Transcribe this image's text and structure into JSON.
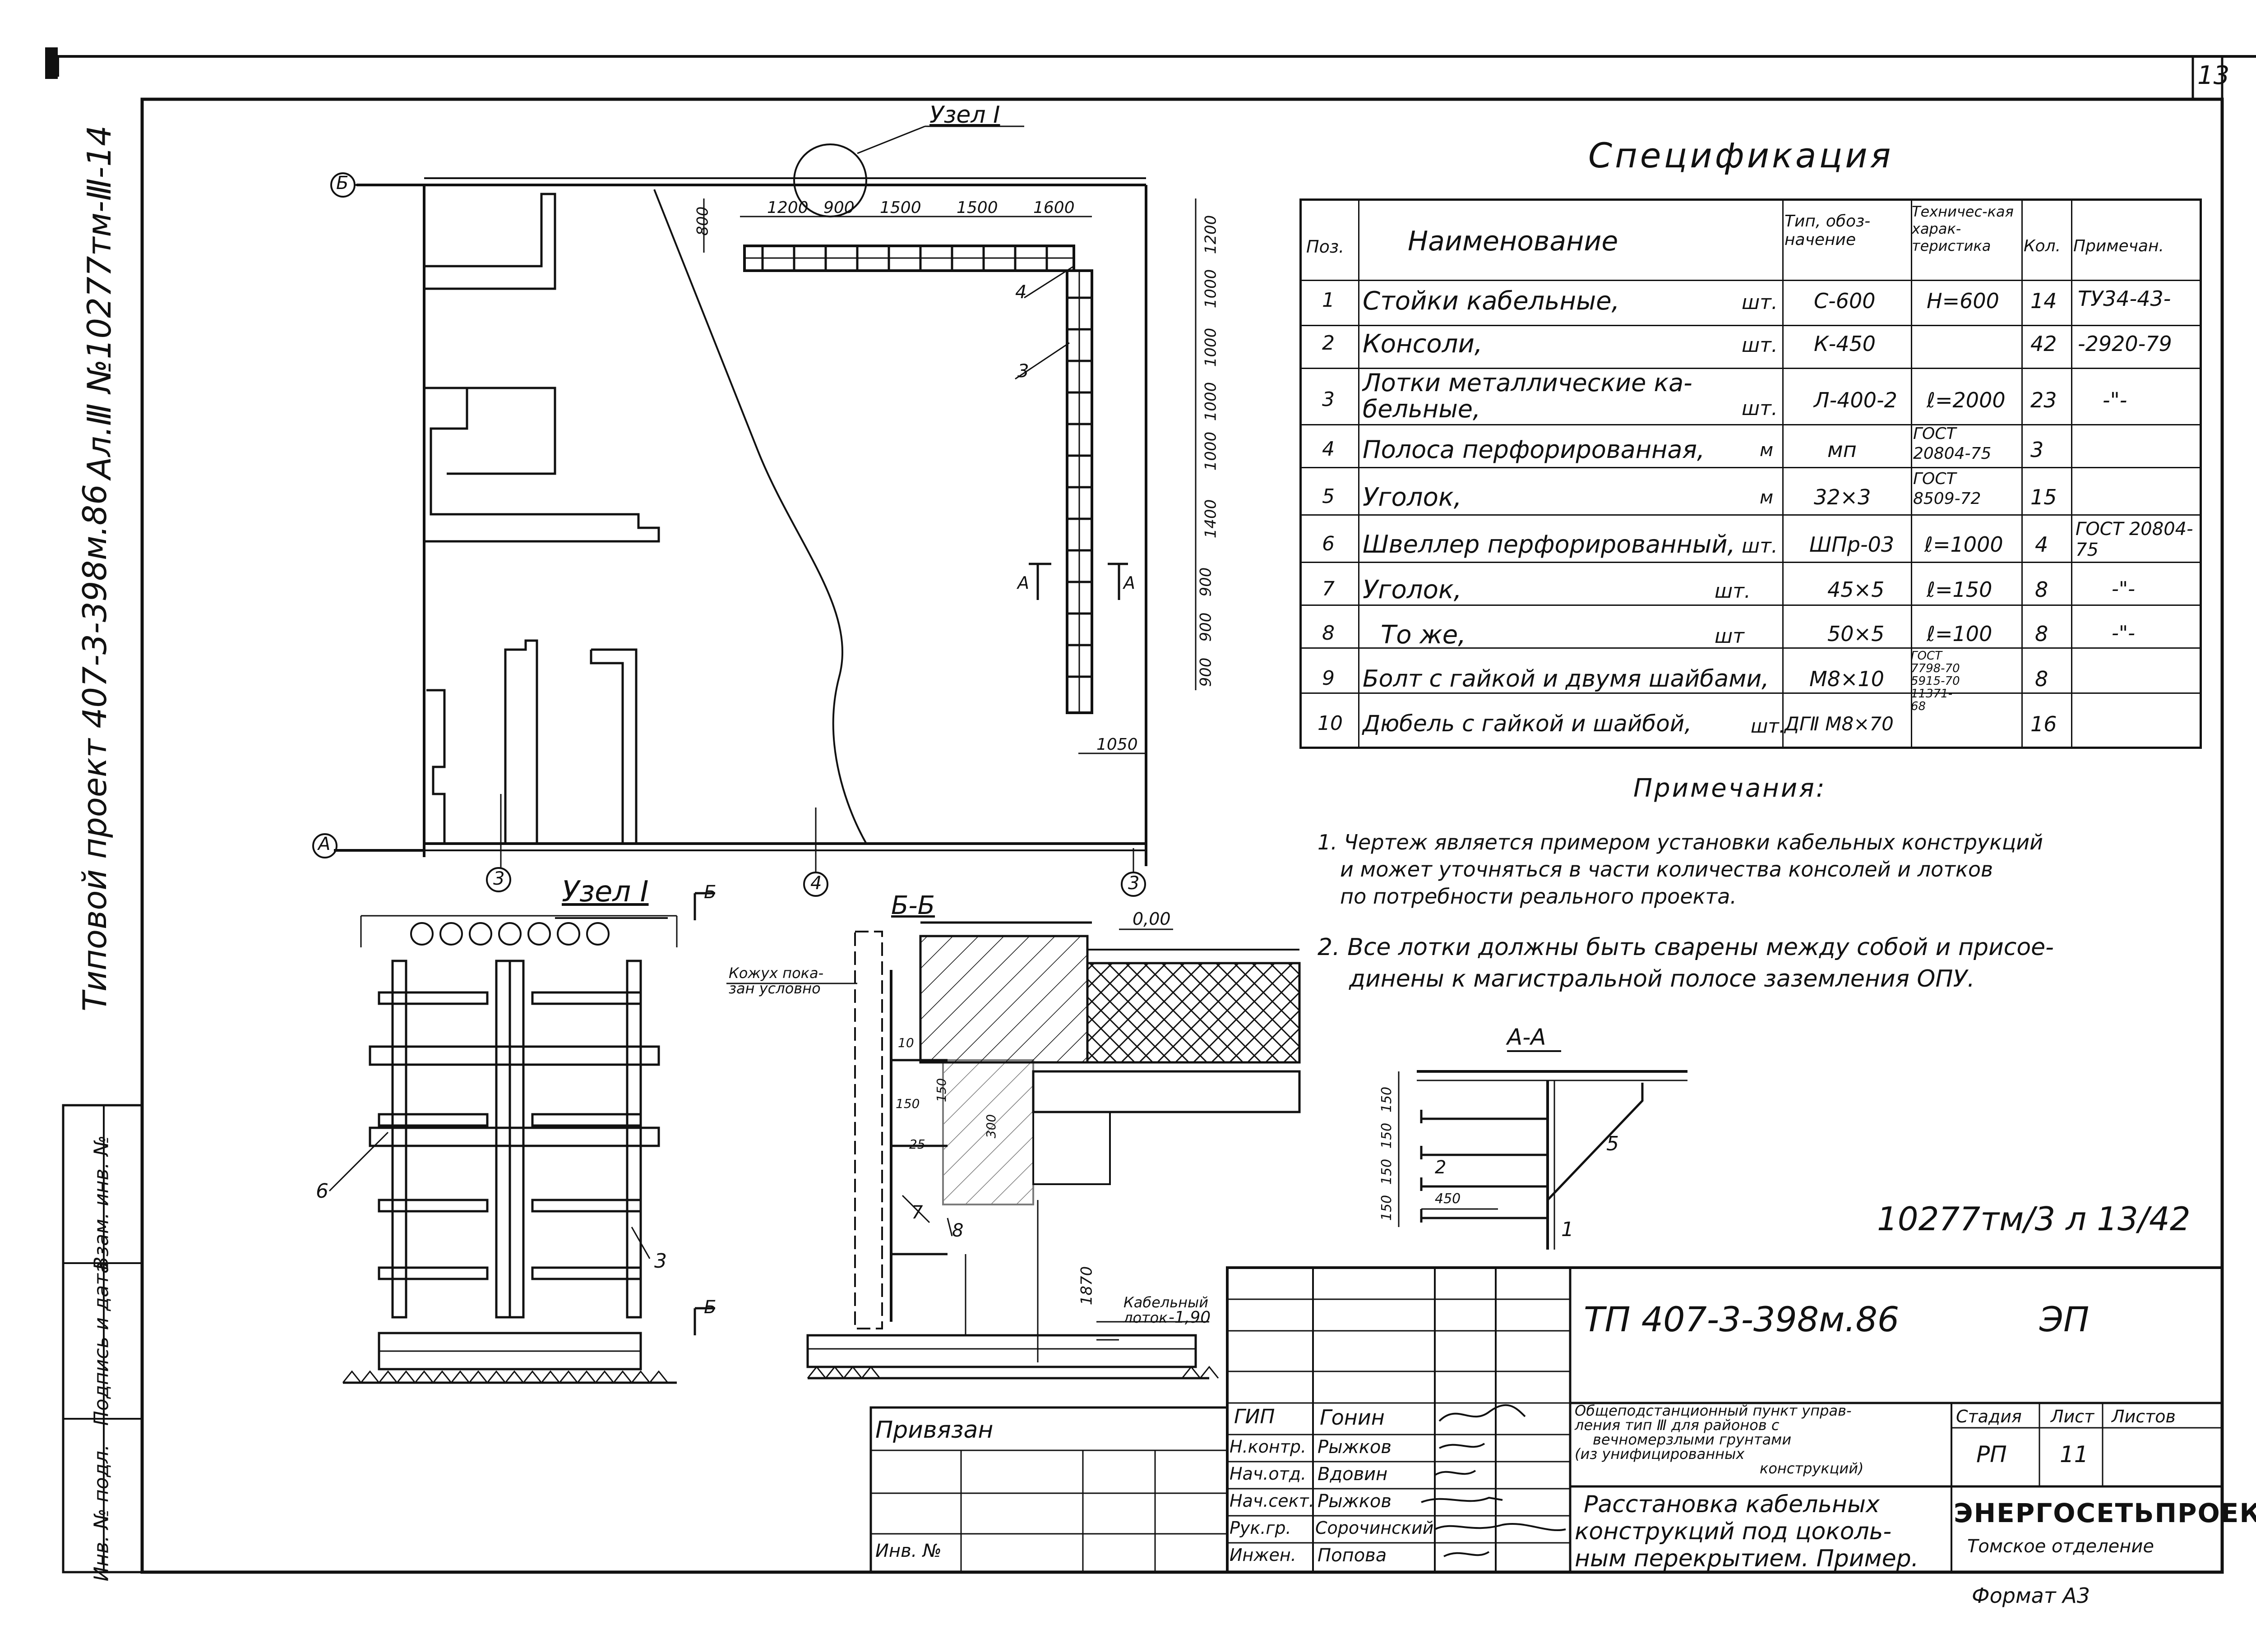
{
  "sheet_number": "13",
  "left_margin": {
    "project_label": "Типовой проект 407-3-398м.86",
    "album_label": "Ал.Ⅲ  №10277тм-Ⅲ-14",
    "stamp_rows": [
      "Взам. инв. №",
      "Подпись и дата",
      "Инв. № подл."
    ]
  },
  "plan": {
    "axis_b": "Б",
    "axis_a": "А",
    "node_label": "Узел I",
    "axis_numbers": [
      "3",
      "4",
      "3"
    ],
    "top_dims": [
      "1200",
      "900",
      "1500",
      "1500",
      "1600"
    ],
    "left_dim": "800",
    "right_dims": [
      "1200",
      "1000",
      "1000",
      "1000",
      "1000",
      "1400",
      "900",
      "900",
      "900"
    ],
    "bottom_dim": "1050",
    "leaders": [
      "4",
      "3"
    ],
    "section_mark": "А"
  },
  "specification": {
    "title": "Спецификация",
    "headers": [
      "Поз.",
      "Наименование",
      "Тип, обоз-начение",
      "Техничес-кая харак-теристика",
      "Кол.",
      "Примечан."
    ],
    "rows": [
      {
        "pos": "1",
        "name": "Стойки кабельные,",
        "unit": "шт.",
        "type": "С-600",
        "spec": "Н=600",
        "qty": "14",
        "note": "ТУ34-43-"
      },
      {
        "pos": "2",
        "name": "Консоли,",
        "unit": "шт.",
        "type": "К-450",
        "spec": "",
        "qty": "42",
        "note": "-2920-79"
      },
      {
        "pos": "3",
        "name": "Лотки металлические ка-бельные,",
        "unit": "шт.",
        "type": "Л-400-2",
        "spec": "ℓ=2000",
        "qty": "23",
        "note": "-\"-"
      },
      {
        "pos": "4",
        "name": "Полоса перфорированная,",
        "unit": "м",
        "type": "мп",
        "spec": "ГОСТ 20804-75",
        "qty": "3",
        "note": ""
      },
      {
        "pos": "5",
        "name": "Уголок,",
        "unit": "м",
        "type": "32×3",
        "spec": "ГОСТ 8509-72",
        "qty": "15",
        "note": ""
      },
      {
        "pos": "6",
        "name": "Швеллер перфорированный,",
        "unit": "шт.",
        "type": "ШПр-03",
        "spec": "ℓ=1000",
        "qty": "4",
        "note": "ГОСТ 20804-75"
      },
      {
        "pos": "7",
        "name": "Уголок,",
        "unit": "шт.",
        "type": "45×5",
        "spec": "ℓ=150",
        "qty": "8",
        "note": "-\"-"
      },
      {
        "pos": "8",
        "name": "То же,",
        "unit": "шт",
        "type": "50×5",
        "spec": "ℓ=100",
        "qty": "8",
        "note": "-\"-"
      },
      {
        "pos": "9",
        "name": "Болт с гайкой и двумя шайбами,",
        "unit": "",
        "type": "М8×10",
        "spec": "ГОСТ 7798-70 5915-70 11371-68",
        "qty": "8",
        "note": ""
      },
      {
        "pos": "10",
        "name": "Дюбель с гайкой и шайбой,",
        "unit": "шт.",
        "type": "ДГⅡ М8×70",
        "spec": "",
        "qty": "16",
        "note": ""
      }
    ]
  },
  "notes": {
    "title": "Примечания:",
    "items": [
      "1. Чертеж является примером установки кабельных конструкций",
      "и может уточняться в части количества консолей и лотков",
      "по потребности реального проекта.",
      "2. Все лотки должны быть сварены между собой и присое-",
      "динены к магистральной полосе заземления ОПУ."
    ]
  },
  "section_aa": {
    "title": "А-А",
    "dims": [
      "150",
      "150",
      "150",
      "150"
    ],
    "labels": [
      "2",
      "5",
      "1"
    ],
    "dim_450": "450"
  },
  "node_detail": {
    "title": "Узел I",
    "section_mark": "Б",
    "labels": [
      "6",
      "3"
    ]
  },
  "section_bb": {
    "title": "Б-Б",
    "level": "0,00",
    "level_low": "-1,90",
    "cover_label": "Кожух пока-зан условно",
    "tray_label": "Кабельный лоток",
    "dims": [
      "10",
      "150",
      "25",
      "150",
      "300",
      "1870"
    ],
    "labels": [
      "7",
      "8"
    ]
  },
  "archive_number": "10277тм/3 л 13/42",
  "title_block": {
    "code": "ТП 407-3-398м.86",
    "mark": "ЭП",
    "attached": "Привязан",
    "inv_label": "Инв. №",
    "roles": [
      "ГИП",
      "Н.контр.",
      "Нач.отд.",
      "Нач.сект.",
      "Рук.гр.",
      "Инжен."
    ],
    "names": [
      "Гонин",
      "Рыжков",
      "Вдовин",
      "Рыжков",
      "Сорочинский",
      "Попова"
    ],
    "project_description": [
      "Общеподстанционный пункт управ-",
      "ления тип Ⅲ для районов с",
      "вечномерзлыми грунтами",
      "(из унифицированных",
      "конструкций)"
    ],
    "sheet_title": [
      "Расстановка кабельных",
      "конструкций под цоколь-",
      "ным перекрытием. Пример."
    ],
    "stage_label": "Стадия",
    "sheet_label": "Лист",
    "sheets_label": "Листов",
    "stage": "РП",
    "sheet": "11",
    "org": "ЭНЕРГОСЕТЬПРОЕКТ",
    "org_branch": "Томское отделение"
  },
  "format_label": "Формат А3"
}
